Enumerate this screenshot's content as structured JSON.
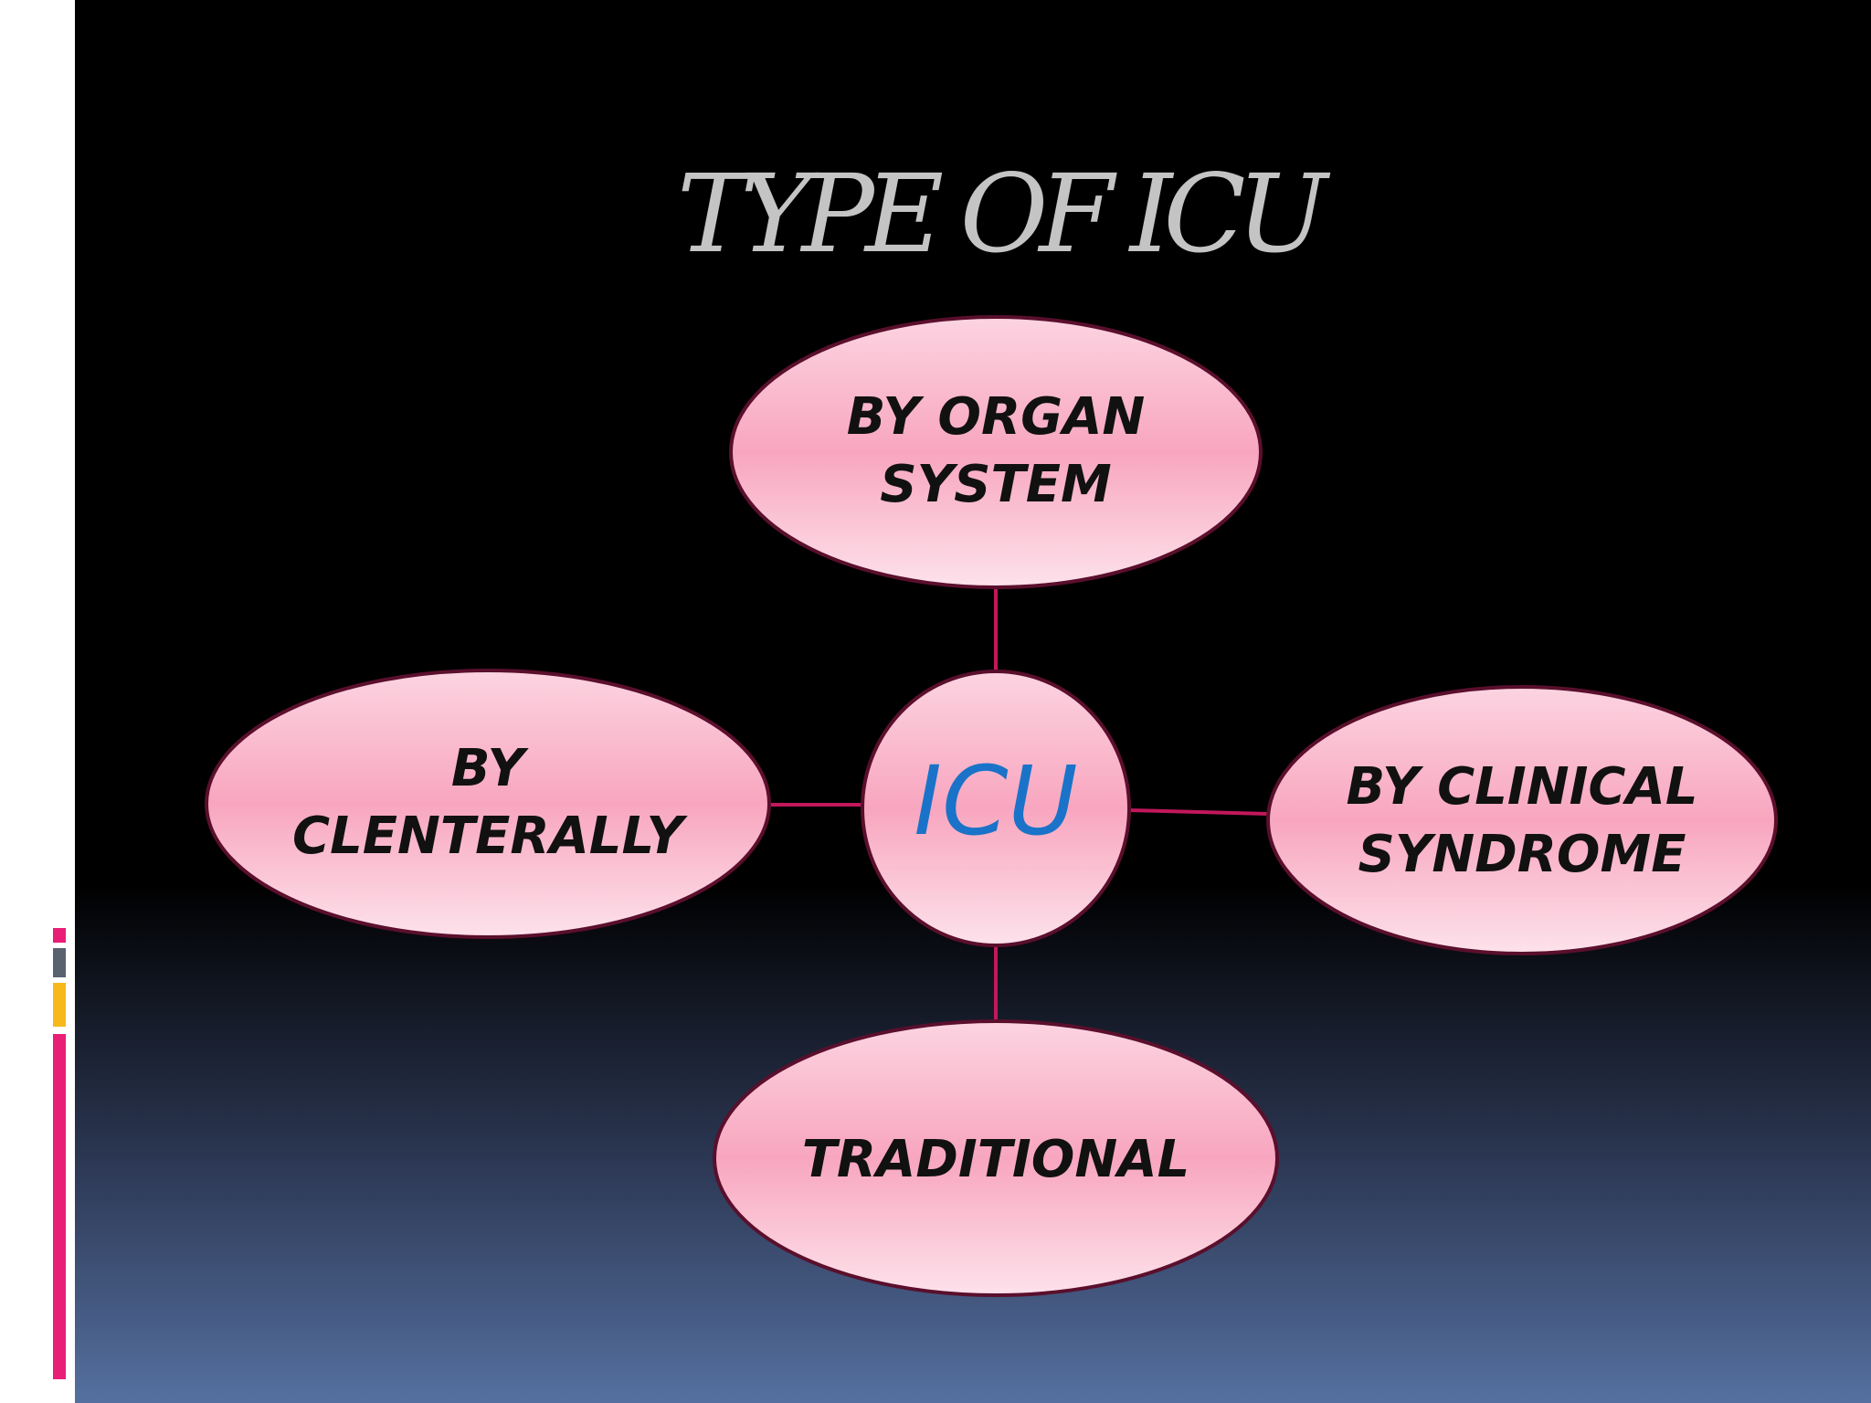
{
  "slide": {
    "title": "TYPE OF ICU",
    "colors": {
      "background_top": "#000000",
      "background_bottom": "#5570a0",
      "title": "#c4c4c4",
      "node_fill_light": "#fde0ea",
      "node_fill_mid": "#f9a3bd",
      "node_outline": "#5a0f2c",
      "connector": "#c2185b",
      "node_text": "#111111",
      "center_text": "#1a73c8",
      "accent_pink": "#e91e77",
      "accent_gray": "#5a6270",
      "accent_yellow": "#f6b81b"
    }
  },
  "diagram": {
    "center": {
      "label": "ICU"
    },
    "nodes": [
      {
        "id": "top",
        "lines": [
          "BY ORGAN",
          "SYSTEM"
        ]
      },
      {
        "id": "left",
        "lines": [
          "BY",
          "CLENTERALLY"
        ]
      },
      {
        "id": "right",
        "lines": [
          "BY CLINICAL",
          "SYNDROME"
        ]
      },
      {
        "id": "bottom",
        "lines": [
          "TRADITIONAL"
        ]
      }
    ]
  }
}
